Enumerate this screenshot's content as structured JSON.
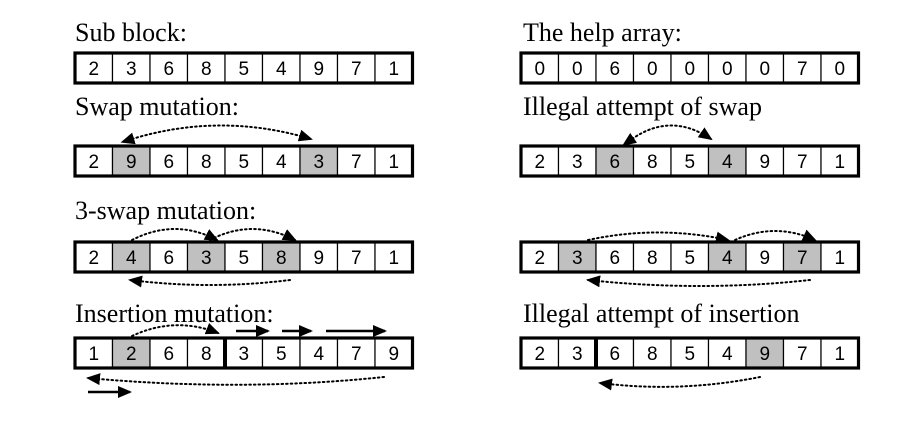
{
  "titles": {
    "sub_block": "Sub block:",
    "help_array": "The help array:",
    "swap_mutation": "Swap mutation:",
    "illegal_swap": "Illegal attempt of swap",
    "three_swap_mutation": "3-swap mutation:",
    "insertion_mutation": "Insertion mutation:",
    "illegal_insertion": "Illegal attempt of insertion"
  },
  "arrays": {
    "sub_block": {
      "values": [
        "2",
        "3",
        "6",
        "8",
        "5",
        "4",
        "9",
        "7",
        "1"
      ],
      "highlight": []
    },
    "help_array": {
      "values": [
        "0",
        "0",
        "6",
        "0",
        "0",
        "0",
        "0",
        "7",
        "0"
      ],
      "highlight": []
    },
    "swap": {
      "values": [
        "2",
        "9",
        "6",
        "8",
        "5",
        "4",
        "3",
        "7",
        "1"
      ],
      "highlight": [
        1,
        6
      ]
    },
    "illegal_swap": {
      "values": [
        "2",
        "3",
        "6",
        "8",
        "5",
        "4",
        "9",
        "7",
        "1"
      ],
      "highlight": [
        2,
        5
      ]
    },
    "three_swap": {
      "values": [
        "2",
        "4",
        "6",
        "3",
        "5",
        "8",
        "9",
        "7",
        "1"
      ],
      "highlight": [
        1,
        3,
        5
      ]
    },
    "illegal_3swap": {
      "values": [
        "2",
        "3",
        "6",
        "8",
        "5",
        "4",
        "9",
        "7",
        "1"
      ],
      "highlight": [
        1,
        5,
        7
      ]
    },
    "insertion": {
      "values": [
        "1",
        "2",
        "6",
        "8",
        "3",
        "5",
        "4",
        "7",
        "9"
      ],
      "highlight": [
        1
      ]
    },
    "illegal_insertion": {
      "values": [
        "2",
        "3",
        "6",
        "8",
        "5",
        "4",
        "9",
        "7",
        "1"
      ],
      "highlight": [
        6
      ]
    }
  },
  "colors": {
    "highlight": "#c0c0c0",
    "cell": "#ffffff",
    "ink": "#000000"
  }
}
